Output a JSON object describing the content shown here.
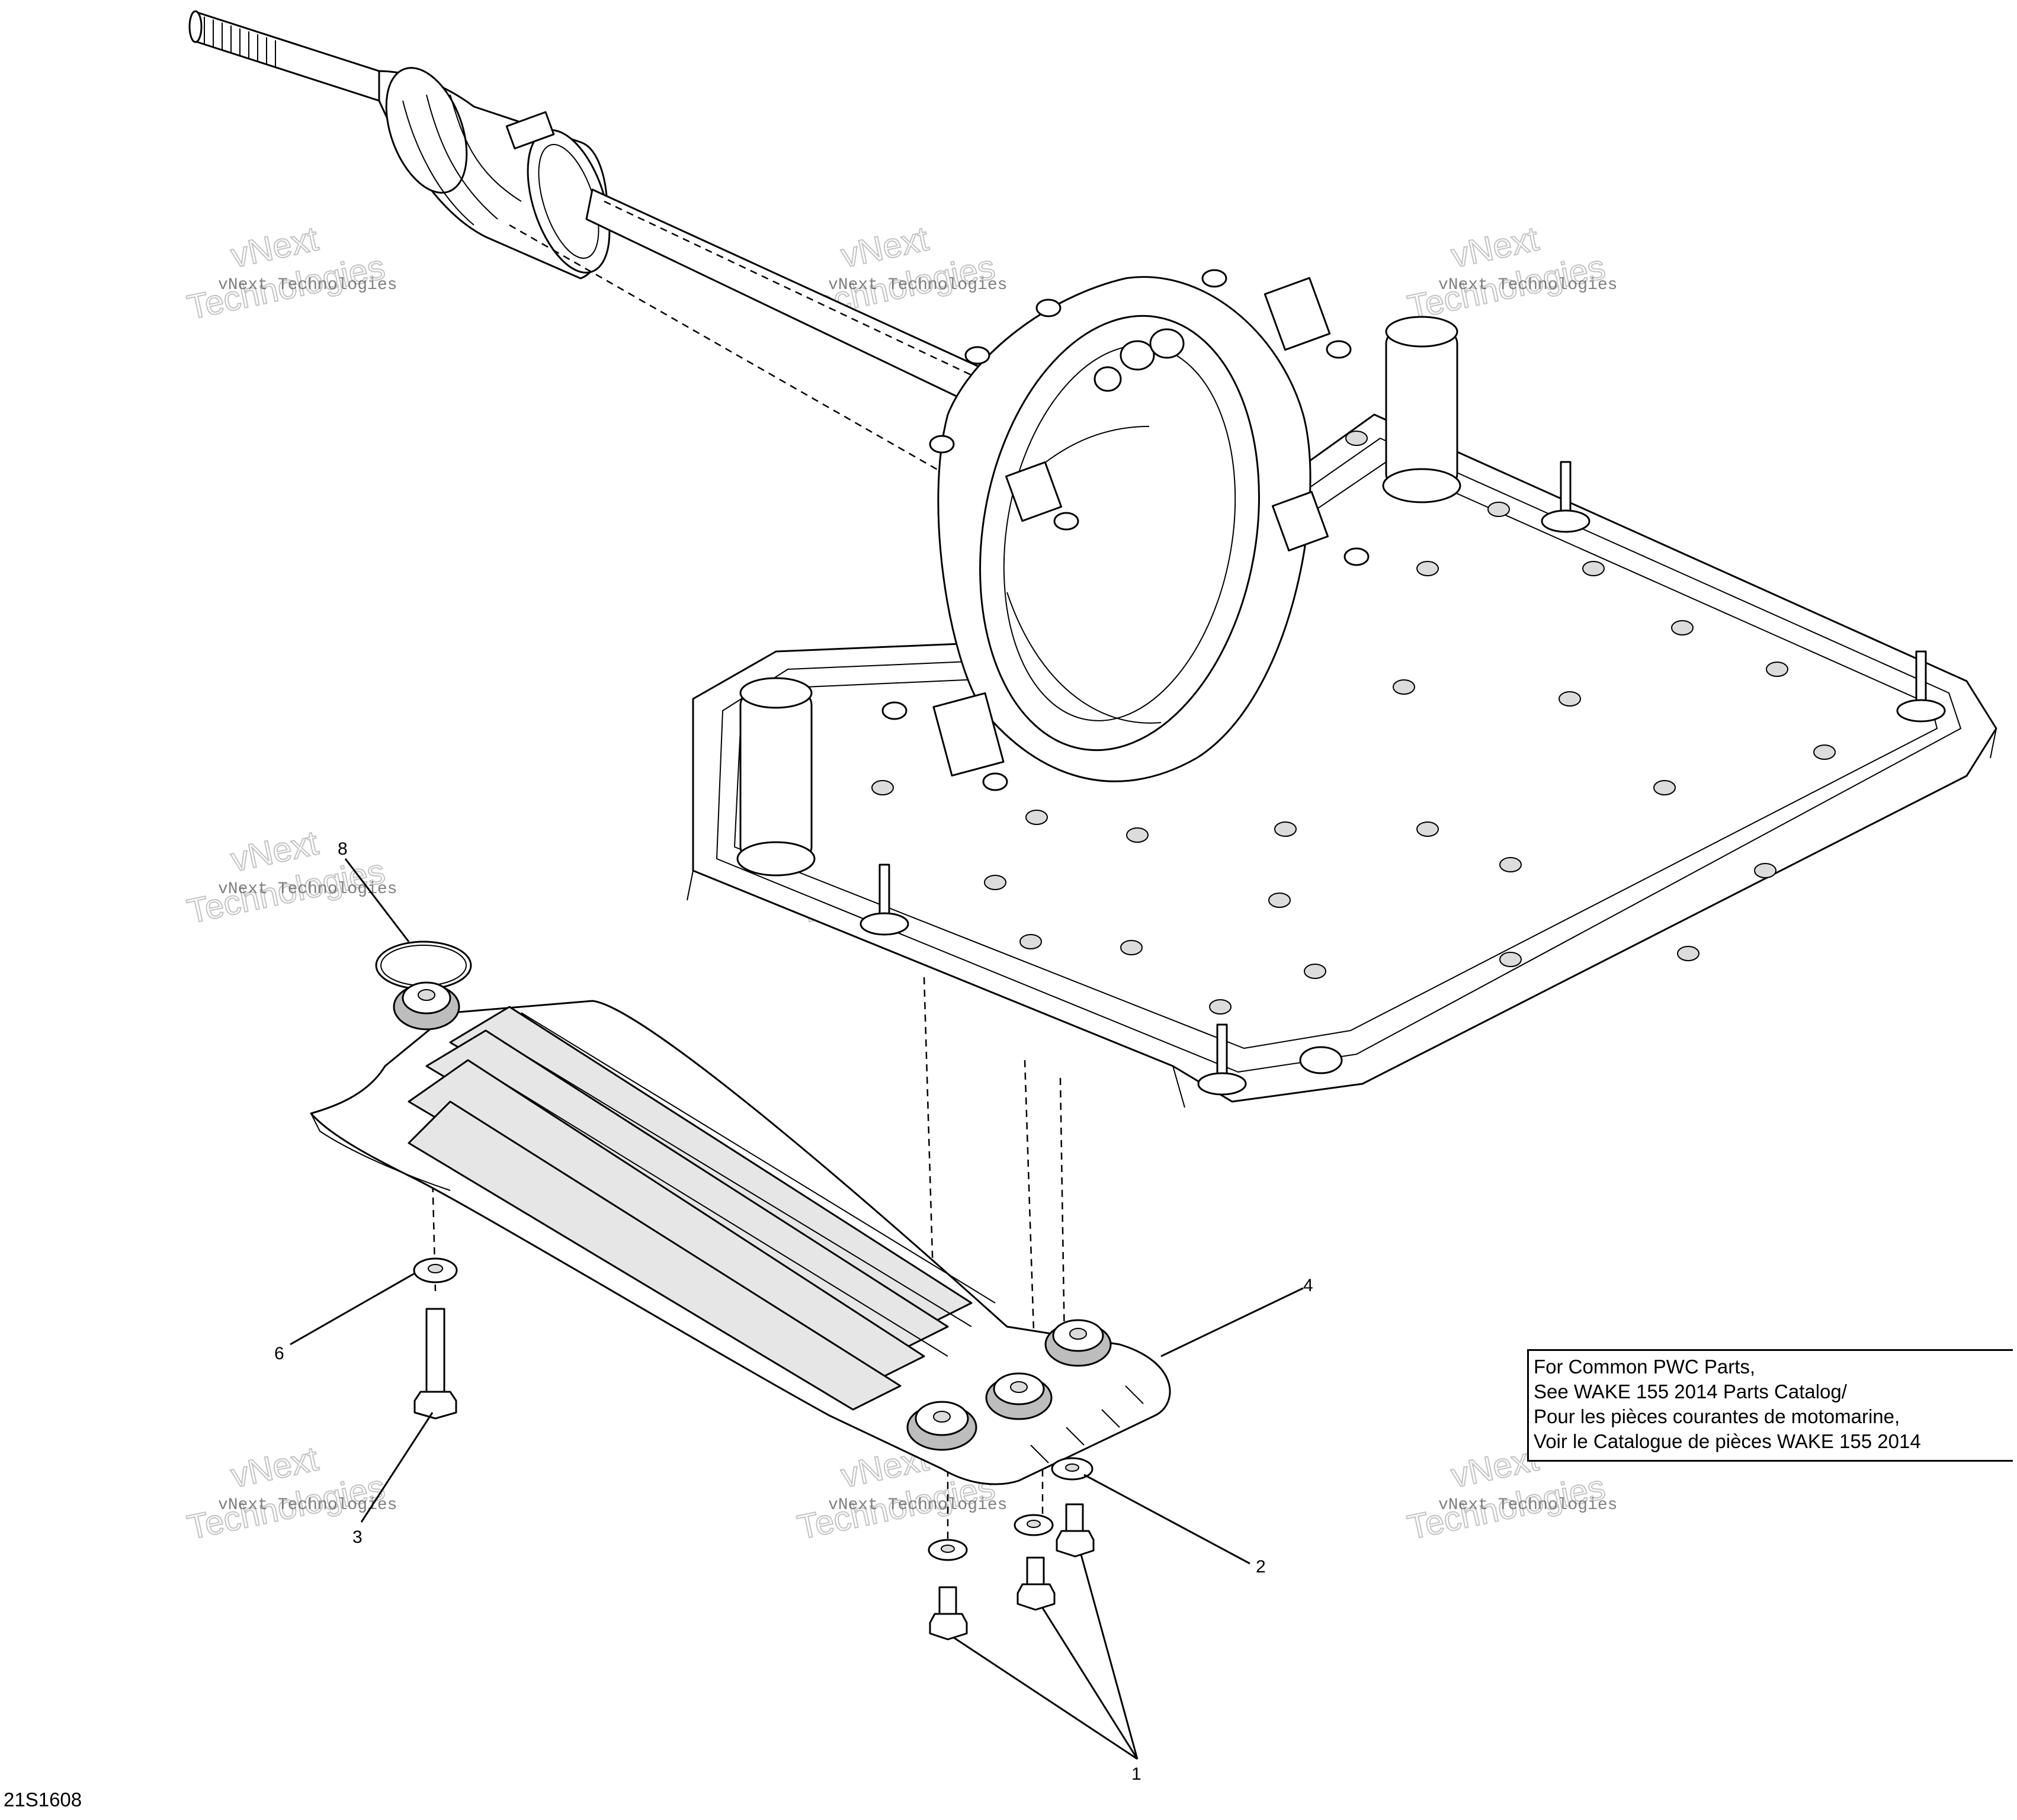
{
  "callouts": {
    "c1": "1",
    "c2": "2",
    "c3": "3",
    "c4": "4",
    "c6": "6",
    "c8": "8"
  },
  "watermark": {
    "line1": "vNext Technologies",
    "line2": "Technologies",
    "line3": "vNext"
  },
  "note": {
    "line1": "For Common PWC Parts,",
    "line2": "See WAKE 155 2014 Parts Catalog/",
    "line3": "Pour les pièces courantes de motomarine,",
    "line4": "Voir le Catalogue de pièces WAKE 155 2014"
  },
  "drawing_id": "21S1608"
}
